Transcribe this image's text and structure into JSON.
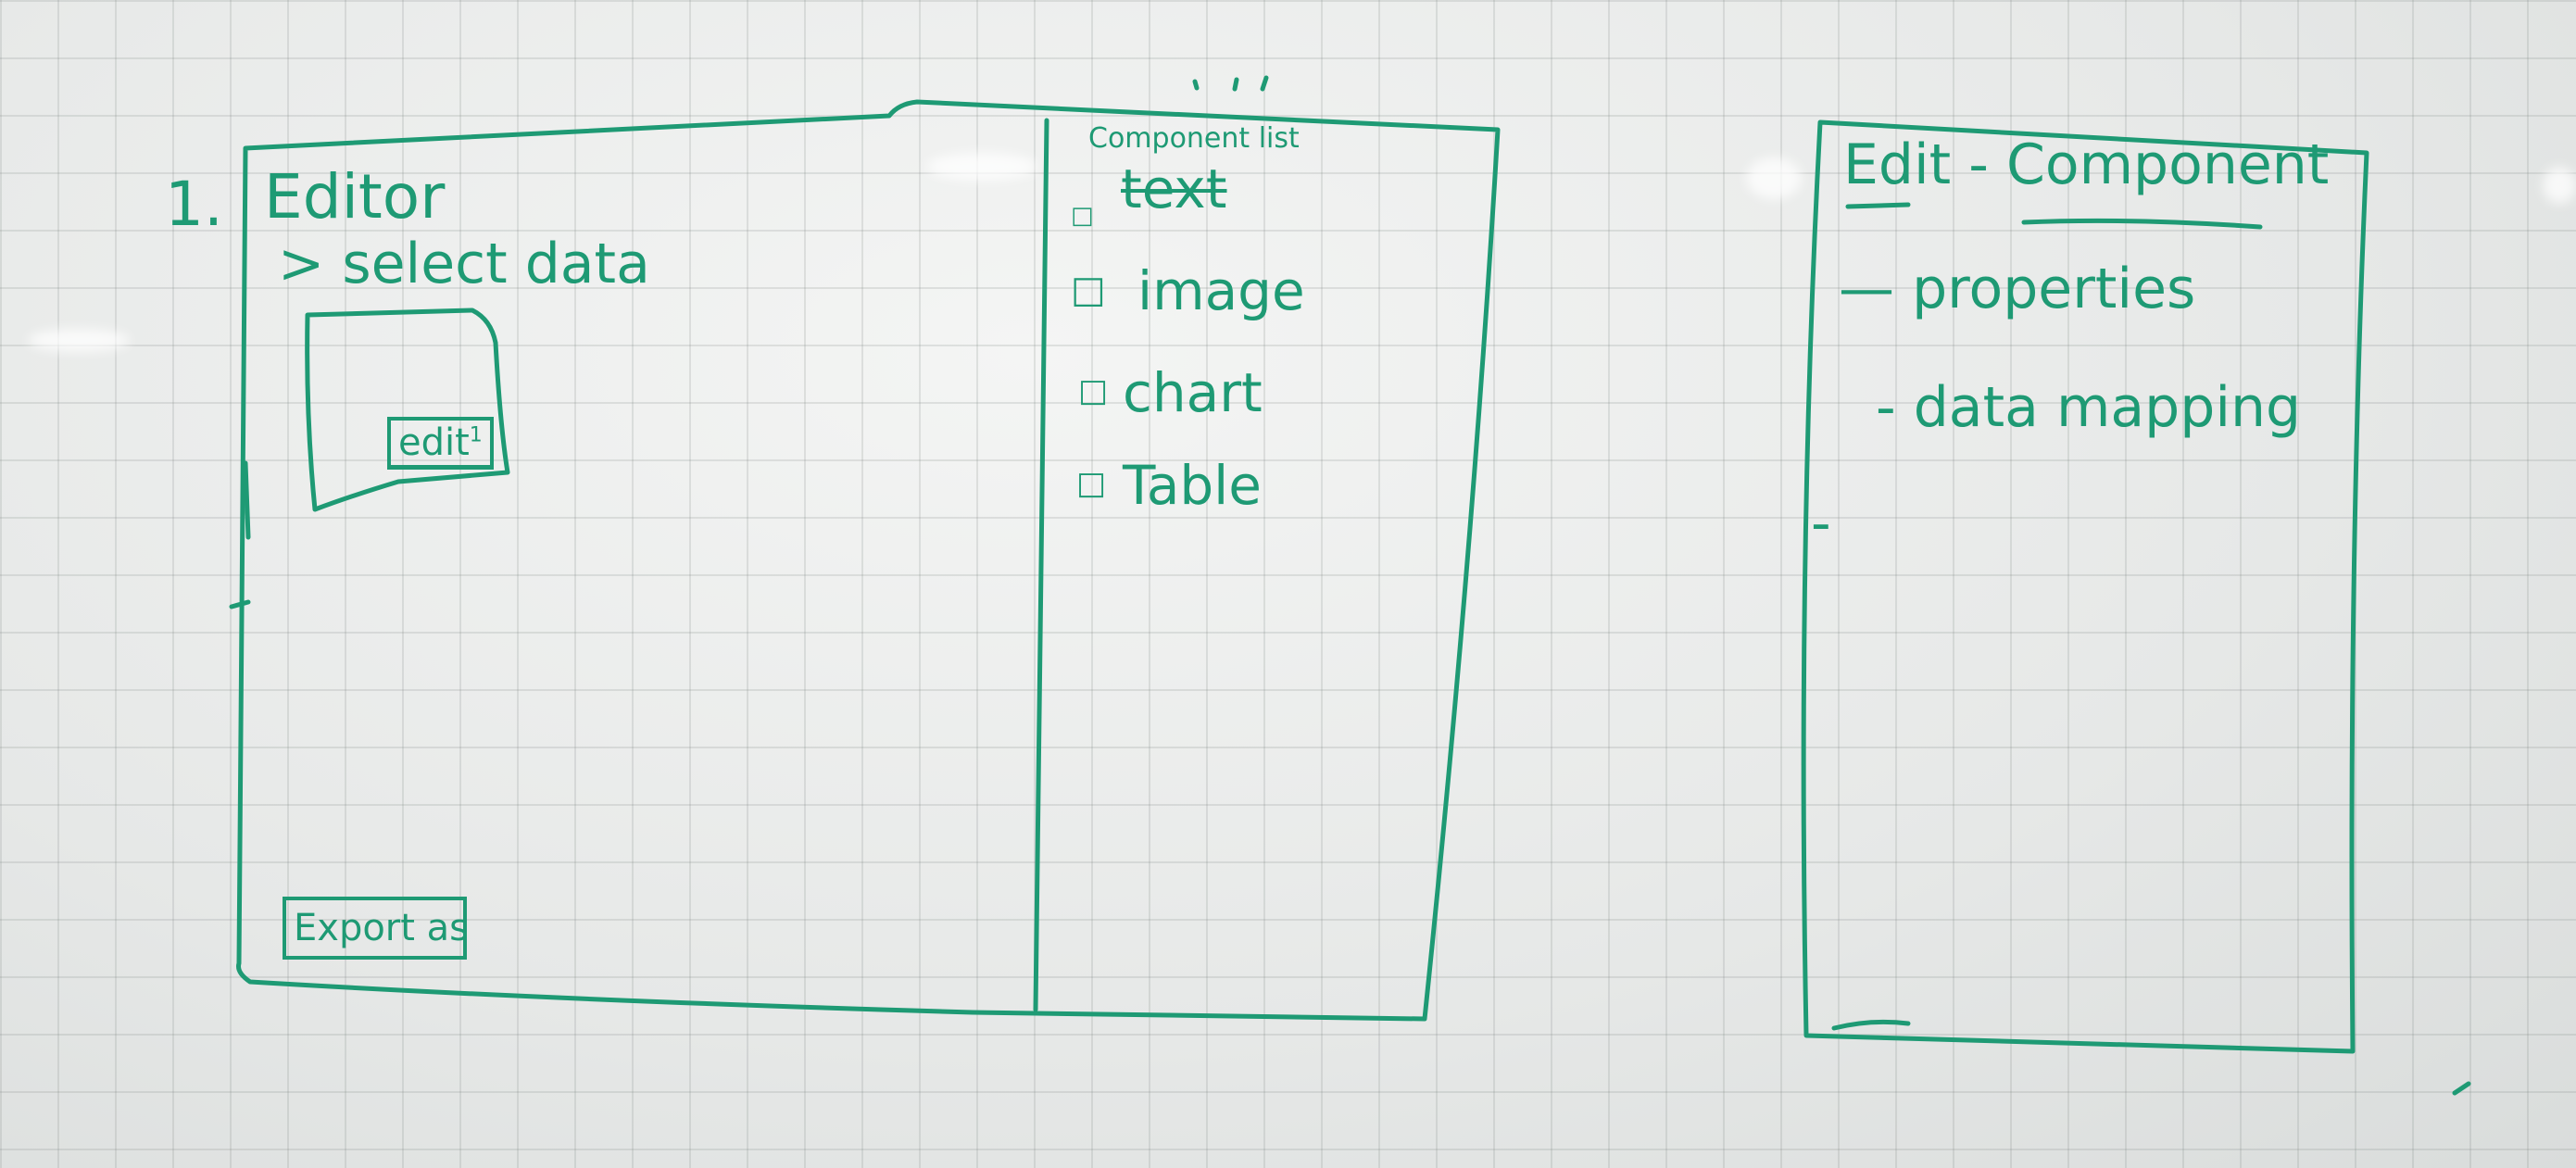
{
  "ink_color": "#1e9a74",
  "board_color": "#e9ebea",
  "editor": {
    "step_number": "1.",
    "title": "Editor",
    "select_data": "> select data",
    "edit_label": "edit",
    "edit_badge": "1",
    "export_label": "Export as"
  },
  "component_list": {
    "title": "Component list",
    "items": [
      {
        "label": "text",
        "icon": "checkbox-icon"
      },
      {
        "label": "image",
        "icon": "checkbox-icon"
      },
      {
        "label": "chart",
        "icon": "checkbox-icon"
      },
      {
        "label": "Table",
        "icon": "checkbox-icon"
      }
    ]
  },
  "edit_component": {
    "title": "Edit - Component",
    "items": [
      "— properties",
      "- data mapping",
      "-"
    ]
  }
}
